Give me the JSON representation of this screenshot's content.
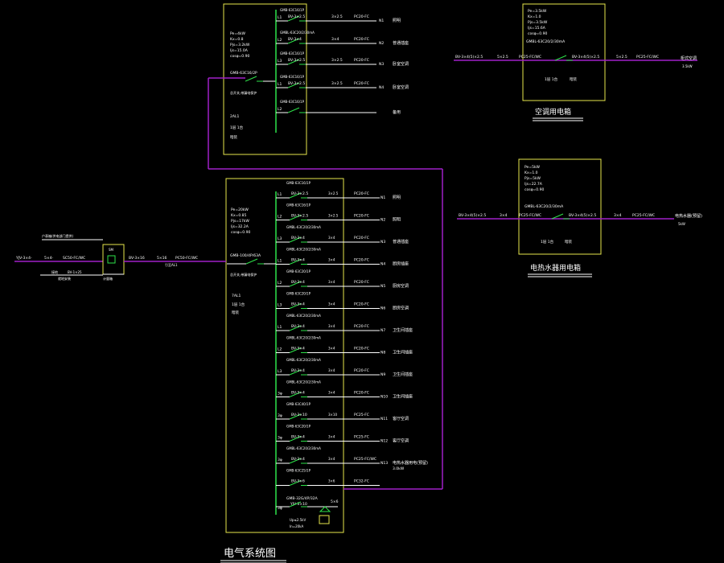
{
  "titles": {
    "main": "电气系统图",
    "ac_box": "空调用电箱",
    "heater_box": "电热水器用电箱"
  },
  "incoming": {
    "cable_left": "YJV-3×4-",
    "pipe_left": "SC50-FC/WC",
    "meter_box_label": "计量箱",
    "cable_right": "BV-3×16",
    "pipe_right": "PC50-FC/WC",
    "note_top": "户表箱(供电部门提供)",
    "note_bottom": "就地安装",
    "ground_label": "接地",
    "sub_label": "引至AL1"
  },
  "al1": {
    "params": [
      "Pe=20kW",
      "Kx=0.85",
      "Pjs=17kW",
      "Ijs=32.2A",
      "cosφ=0.90"
    ],
    "main_breaker": "GMB-100/4P/63A",
    "main_note": "总开关,带漏电保护",
    "box_name": "7AL1",
    "box_note": "1层 1台",
    "box_note2": "暗装",
    "circuits": [
      {
        "id": "L1",
        "breaker": "GMB-63C16/1P",
        "cable": "BV-3×2.5",
        "pipe": "PC20-FC",
        "no": "N1",
        "use": "照明"
      },
      {
        "id": "L2",
        "breaker": "GMB-63C16/1P",
        "cable": "BV-3×2.5",
        "pipe": "PC20-FC",
        "no": "N2",
        "use": "照明"
      },
      {
        "id": "L3",
        "breaker": "GMBL-63C20/2/30mA",
        "cable": "BV-3×4",
        "pipe": "PC20-FC",
        "no": "N3",
        "use": "普通插座"
      },
      {
        "id": "L1",
        "breaker": "GMBL-63C20/2/30mA",
        "cable": "BV-3×4",
        "pipe": "PC20-FC",
        "no": "N4",
        "use": "厨房插座"
      },
      {
        "id": "L2",
        "breaker": "GMB-63C20/1P",
        "cable": "BV-3×4",
        "pipe": "PC20-FC",
        "no": "N5",
        "use": "厨房空调"
      },
      {
        "id": "L3",
        "breaker": "GMB-63C20/1P",
        "cable": "BV-3×4",
        "pipe": "PC20-FC",
        "no": "N6",
        "use": "厨房空调"
      },
      {
        "id": "L1",
        "breaker": "GMBL-63C20/2/30mA",
        "cable": "BV-3×4",
        "pipe": "PC20-FC",
        "no": "N7",
        "use": "卫生间插座"
      },
      {
        "id": "L2",
        "breaker": "GMBL-63C20/2/30mA",
        "cable": "BV-3×4",
        "pipe": "PC20-FC",
        "no": "N8",
        "use": "卫生间插座"
      },
      {
        "id": "L3",
        "breaker": "GMBL-63C20/2/30mA",
        "cable": "BV-3×4",
        "pipe": "PC20-FC",
        "no": "N9",
        "use": "卫生间插座"
      },
      {
        "id": "3φ",
        "breaker": "GMBL-63C20/2/30mA",
        "cable": "BV-3×4",
        "pipe": "PC20-FC",
        "no": "N10",
        "use": "卫生间插座"
      },
      {
        "id": "3φ",
        "breaker": "GMB-63C40/1P",
        "cable": "BV-3×10",
        "pipe": "PC25-FC",
        "no": "N11",
        "use": "客厅空调"
      },
      {
        "id": "3φ",
        "breaker": "GMB-63C20/1P",
        "cable": "BV-3×4",
        "pipe": "PC25-FC",
        "no": "N12",
        "use": "客厅空调"
      },
      {
        "id": "3φ",
        "breaker": "GMBL-63C20/2/30mA",
        "cable": "BV-3×4",
        "pipe": "PC25-FC/WC",
        "no": "N13",
        "use": "电热水器用电(预留)"
      },
      {
        "id": "",
        "breaker": "GMB-63C25/1P",
        "cable": "BV-3×6",
        "pipe": "PC32-FC",
        "no": "",
        "use": ""
      }
    ],
    "heater_load": "3.0kW",
    "spd_label": "GMB-32G/4P/32A",
    "spd_cable": "YJV-3×10",
    "spd_note": "Up≤2.5kV",
    "spd_note2": "In=20kA",
    "spd_count": "5×6"
  },
  "al2": {
    "params": [
      "Pe=4kW",
      "Kx=0.8",
      "Pjs=3.2kW",
      "Ijs=15.0A",
      "cosφ=0.90"
    ],
    "main_breaker": "GMB-63C16/2P",
    "main_note": "总开关,带漏电保护",
    "box_name": "2AL1",
    "box_note": "1层 1台",
    "box_note2": "暗装",
    "circuits": [
      {
        "id": "L1",
        "breaker": "GMB-63C16/1P",
        "cable": "BV-3×2.5",
        "pipe": "3×2.5",
        "pipe2": "PC20-FC",
        "no": "N1",
        "use": "照明"
      },
      {
        "id": "L2",
        "breaker": "GMBL-63C20/2/30mA",
        "cable": "BV-3×4",
        "pipe": "3×4",
        "pipe2": "PC20-FC",
        "no": "N2",
        "use": "普通插座"
      },
      {
        "id": "L3",
        "breaker": "GMB-63C16/1P",
        "cable": "BV-3×2.5",
        "pipe": "3×2.5",
        "pipe2": "PC20-FC",
        "no": "N3",
        "use": "卧室空调"
      },
      {
        "id": "L1",
        "breaker": "GMB-63C16/1P",
        "cable": "BV-3×2.5",
        "pipe": "3×2.5",
        "pipe2": "PC20-FC",
        "no": "N4",
        "use": "卧室空调"
      },
      {
        "id": "L2",
        "breaker": "GMB-63C16/1P",
        "cable": "",
        "pipe": "",
        "pipe2": "",
        "no": "",
        "use": "备用"
      }
    ]
  },
  "ac_box": {
    "params": [
      "Pe=3.5kW",
      "Kx=1.0",
      "Pjs=3.5kW",
      "Ijs=15.6A",
      "cosφ=0.90"
    ],
    "breaker": "GMBL-63C20/2/30mA",
    "in_cable": "BV-3×4(5)×2.5",
    "in_size": "5×2.5",
    "in_pipe": "PC25-FC/WC",
    "out_cable": "BV-3×4(5)×2.5",
    "out_size": "5×2.5",
    "out_pipe": "PC25-FC/WC",
    "load": "柜式空调",
    "load_kw": "3.5kW",
    "note": "1层 1台",
    "note2": "暗装"
  },
  "heater_box": {
    "params": [
      "Pe=5kW",
      "Kx=1.0",
      "Pjs=5kW",
      "Ijs=22.7A",
      "cosφ=0.90"
    ],
    "breaker": "GMBL-63C20/2/30mA",
    "in_cable": "BV-3×4(5)×2.5",
    "in_size": "3×4",
    "in_pipe": "PC25-FC/WC",
    "out_cable": "BV-3×4(5)×2.5",
    "out_size": "3×4",
    "out_pipe": "PC25-FC/WC",
    "load": "电热水器(预留)",
    "load_kw": "5kW",
    "note": "1层 1台",
    "note2": "暗装"
  },
  "colors": {
    "bus": "#a020c8",
    "box": "#e6e64d",
    "wire": "#ffffff",
    "breaker": "#2ee24a",
    "text": "#ffffff",
    "title": "#ffffff"
  }
}
